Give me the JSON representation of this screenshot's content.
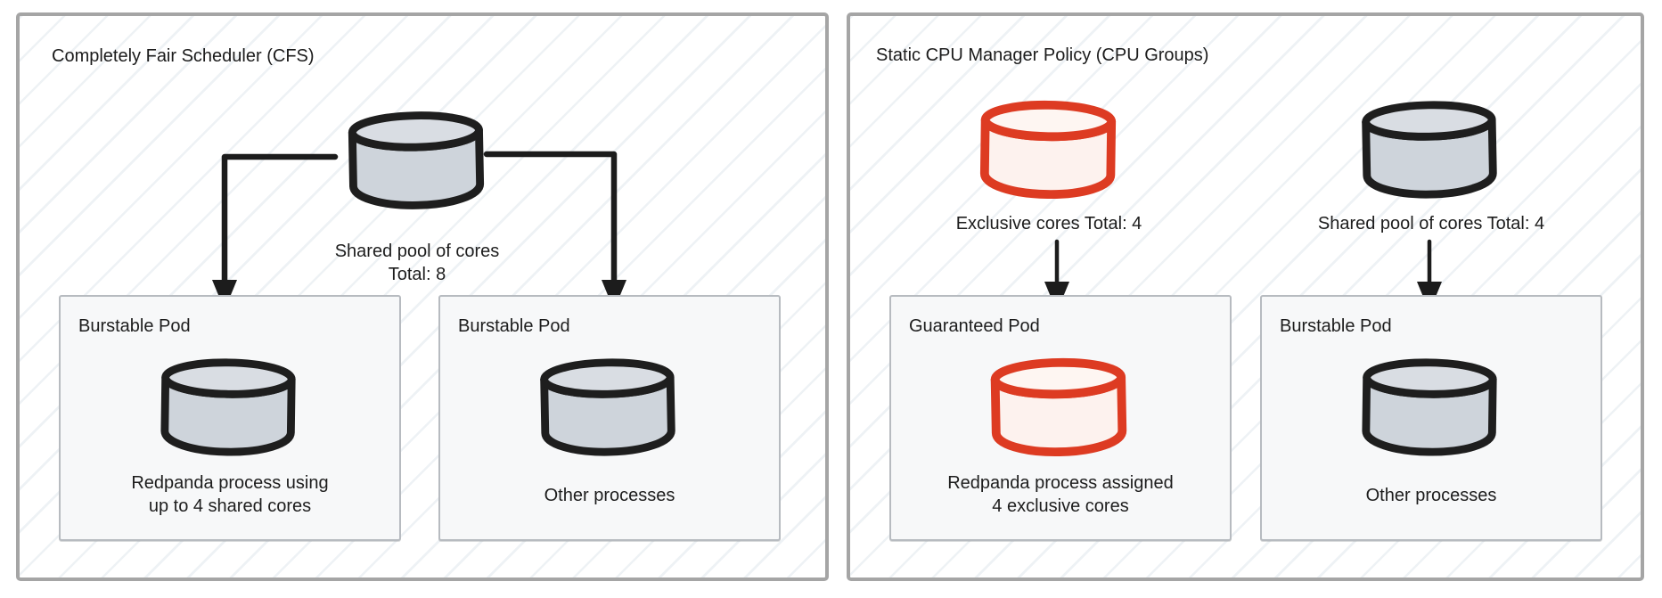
{
  "left": {
    "title": "Completely Fair Scheduler (CFS)",
    "pool": {
      "line1": "Shared pool of cores",
      "line2": "Total: 8"
    },
    "pod1": {
      "title": "Burstable Pod",
      "line1": "Redpanda process using",
      "line2": "up to 4 shared cores"
    },
    "pod2": {
      "title": "Burstable Pod",
      "line1": "Other processes"
    }
  },
  "right": {
    "title": "Static CPU Manager Policy (CPU Groups)",
    "exclusive_label": "Exclusive cores Total: 4",
    "shared_label": "Shared pool of cores Total: 4",
    "pod1": {
      "title": "Guaranteed Pod",
      "line1": "Redpanda process assigned",
      "line2": "4 exclusive cores"
    },
    "pod2": {
      "title": "Burstable Pod",
      "line1": "Other processes"
    }
  },
  "colors": {
    "ink": "#1e1e1e",
    "accent_red": "#dd3b22",
    "red_fill": "#fdf2ee",
    "cylinder_gray_fill": "#ced4db",
    "pod_background": "#f7f8f9",
    "pod_border": "#b7bbc0",
    "panel_border": "#a5a5a5",
    "hatch_line": "#cbd5e0"
  }
}
